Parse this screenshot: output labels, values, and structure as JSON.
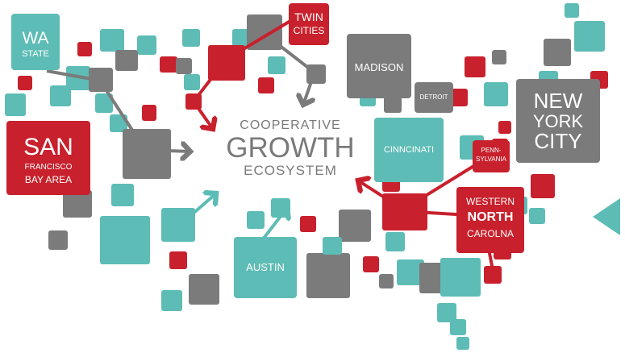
{
  "colors": {
    "teal": "#5dbcb5",
    "gray": "#7b7b7b",
    "red": "#c8202c",
    "center_text": "#7a7a7a"
  },
  "center": {
    "line1": "COOPERATIVE",
    "line2": "GROWTH",
    "line3": "ECOSYSTEM"
  },
  "regions": {
    "wa": {
      "name": "WA",
      "sub": "STATE"
    },
    "sf": {
      "name": "SAN",
      "sub1": "FRANCISCO",
      "sub2": "BAY AREA"
    },
    "twin": {
      "line1": "TWIN",
      "line2": "CITIES"
    },
    "madison": {
      "name": "MADISON"
    },
    "detroit": {
      "name": "DETROIT"
    },
    "nyc": {
      "line1": "NEW",
      "line2": "YORK",
      "line3": "CITY"
    },
    "cincinnati": {
      "name": "CINNCINATI"
    },
    "penn": {
      "line1": "PENN-",
      "line2": "SYLVANIA"
    },
    "wnc": {
      "line1": "WESTERN",
      "line2": "NORTH",
      "line3": "CAROLNA"
    },
    "austin": {
      "name": "AUSTIN"
    }
  },
  "pointer_icon": "left-triangle-icon"
}
